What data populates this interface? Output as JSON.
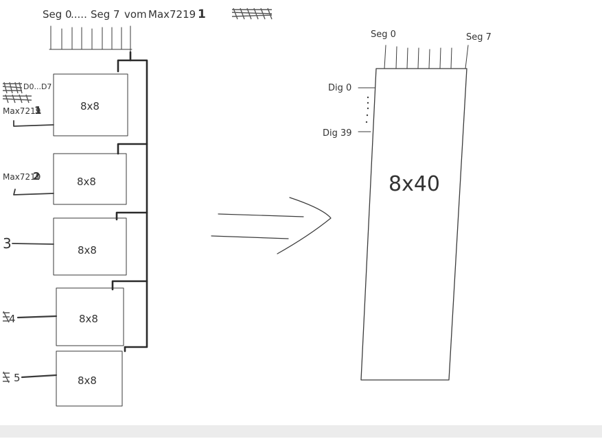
{
  "diagram": {
    "top_header": {
      "seg_first": "Seg 0",
      "dots": ".....",
      "seg_last": "Seg 7",
      "from": "vom",
      "chip": "Max7219",
      "chip_number": "1"
    },
    "left_label_top": "D0...D7",
    "modules": [
      {
        "label": "8x8",
        "side_label": "Max7219",
        "side_number": "1"
      },
      {
        "label": "8x8",
        "side_label": "Max7219",
        "side_number": "2"
      },
      {
        "label": "8x8",
        "side_label": "3",
        "side_number": ""
      },
      {
        "label": "8x8",
        "side_label": "4",
        "side_number": ""
      },
      {
        "label": "8x8",
        "side_label": "5",
        "side_number": ""
      }
    ],
    "right": {
      "seg_first": "Seg 0",
      "seg_last": "Seg 7",
      "dig_first": "Dig 0",
      "dig_last": "Dig 39",
      "big_label": "8x40"
    }
  }
}
